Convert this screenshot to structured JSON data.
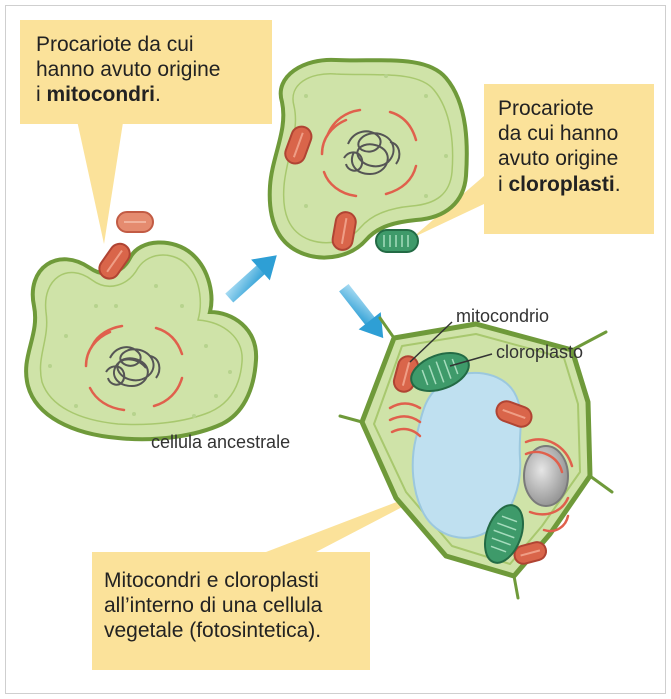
{
  "callouts": {
    "mitochondria_origin": {
      "line1": "Procariote da cui",
      "line2": "hanno avuto origine",
      "line3_prefix": "i ",
      "line3_bold": "mitocondri",
      "line3_suffix": "."
    },
    "chloroplast_origin": {
      "line1": "Procariote",
      "line2": "da cui hanno",
      "line3": "avuto origine",
      "line4_prefix": "i ",
      "line4_bold": "cloroplasti",
      "line4_suffix": "."
    },
    "plant_cell": {
      "line1": "Mitocondri e cloroplasti",
      "line2": "all’interno di una cellula",
      "line3": "vegetale (fotosintetica)."
    }
  },
  "labels": {
    "ancestral_cell": "cellula ancestrale",
    "mitochondrion": "mitocondrio",
    "chloroplast": "cloroplasto"
  },
  "colors": {
    "callout_fill": "#fbe29a",
    "cytoplasm": "#cfe3a8",
    "membrane": "#6f9a3a",
    "mitochondrion": "#d9654a",
    "chloroplast": "#3e9a6a",
    "vacuole": "#bfe0f0",
    "nucleus": "#a8a8a8",
    "arrow": "#3aa6d6"
  }
}
